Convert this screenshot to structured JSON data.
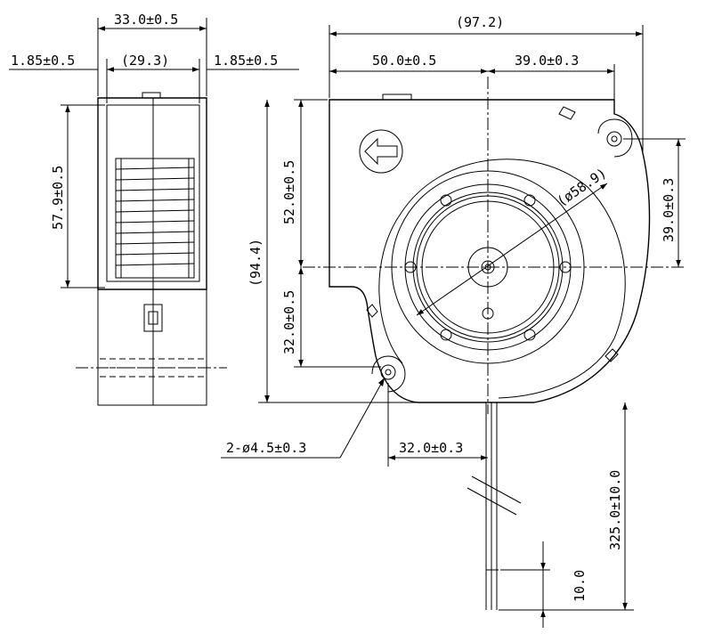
{
  "dimensions": {
    "side_width": "33.0±0.5",
    "side_left_margin": "1.85±0.5",
    "side_inner_width": "(29.3)",
    "side_right_margin": "1.85±0.5",
    "side_height": "57.9±0.5",
    "total_width": "(97.2)",
    "left_to_center": "50.0±0.5",
    "center_to_right": "39.0±0.3",
    "top_to_center": "52.0±0.5",
    "center_to_bottom": "32.0±0.5",
    "total_height": "(94.4)",
    "right_hole_to_center": "39.0±0.3",
    "impeller_diameter": "(ø58.9)",
    "mounting_holes": "2-ø4.5±0.3",
    "hole_horizontal": "32.0±0.3",
    "lead_length": "325.0±10.0",
    "lead_strip": "10.0"
  }
}
